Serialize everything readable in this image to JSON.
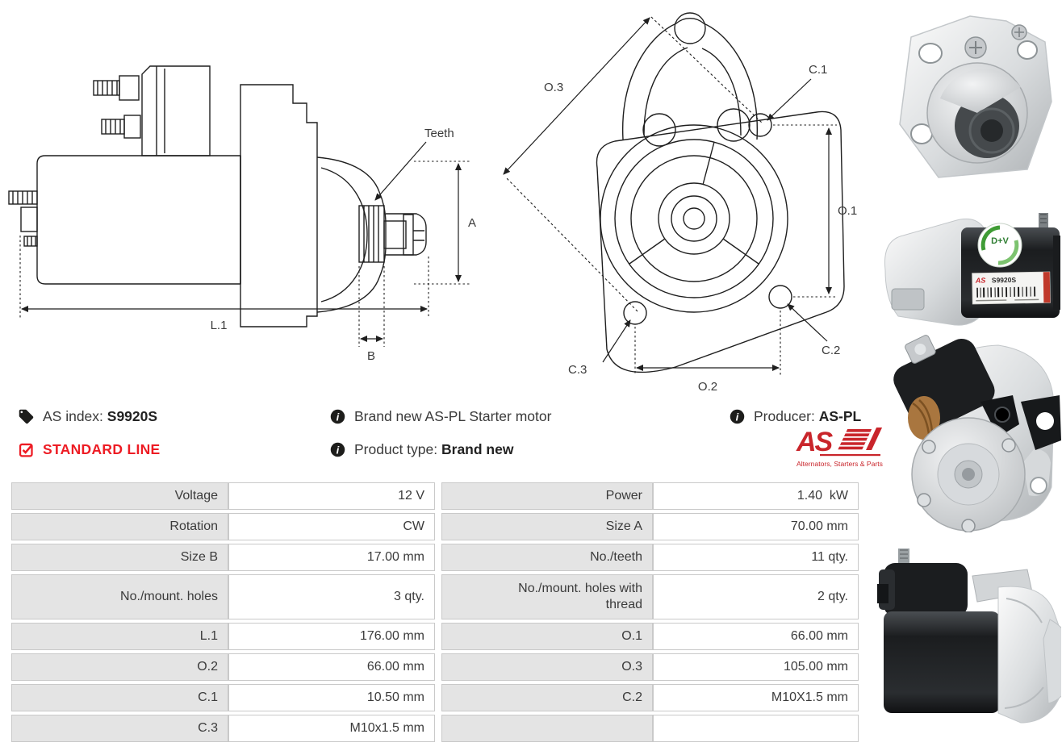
{
  "colors": {
    "accent_red": "#ed1c24",
    "logo_red": "#c9252b",
    "table_label_bg": "#e4e4e4",
    "table_border": "#c9c9c9",
    "drawing_line": "#1f1f1f",
    "text": "#3b3b3b"
  },
  "side_view": {
    "teeth": "Teeth",
    "a": "A",
    "l1": "L.1",
    "b": "B"
  },
  "front_view": {
    "o3": "O.3",
    "c1": "C.1",
    "o1": "O.1",
    "c2": "C.2",
    "c3": "C.3",
    "o2": "O.2"
  },
  "info": {
    "as_index_label": "AS index:",
    "as_index_value": "S9920S",
    "standard_line": "STANDARD LINE",
    "brand_line": "Brand new AS-PL Starter motor",
    "product_type_label": "Product type:",
    "product_type_value": "Brand new",
    "producer_label": "Producer:",
    "producer_value": "AS-PL"
  },
  "logo": {
    "text": "AS",
    "tagline": "Alternators, Starters & Parts"
  },
  "photos": {
    "label_brand": "AS",
    "label_code": "S9920S",
    "badge_text": "D+V"
  },
  "table": {
    "rows": [
      [
        {
          "l": "Voltage",
          "v": "12 V"
        },
        {
          "l": "Power",
          "v": "1.40  kW"
        }
      ],
      [
        {
          "l": "Rotation",
          "v": "CW"
        },
        {
          "l": "Size A",
          "v": "70.00 mm"
        }
      ],
      [
        {
          "l": "Size B",
          "v": "17.00 mm"
        },
        {
          "l": "No./teeth",
          "v": "11 qty."
        }
      ],
      [
        {
          "l": "No./mount. holes",
          "v": "3 qty."
        },
        {
          "l": "No./mount. holes with thread",
          "v": "2 qty."
        }
      ],
      [
        {
          "l": "L.1",
          "v": "176.00 mm"
        },
        {
          "l": "O.1",
          "v": "66.00 mm"
        }
      ],
      [
        {
          "l": "O.2",
          "v": "66.00 mm"
        },
        {
          "l": "O.3",
          "v": "105.00 mm"
        }
      ],
      [
        {
          "l": "C.1",
          "v": "10.50 mm"
        },
        {
          "l": "C.2",
          "v": "M10X1.5 mm"
        }
      ],
      [
        {
          "l": "C.3",
          "v": "M10x1.5 mm"
        },
        {
          "l": "",
          "v": ""
        }
      ]
    ]
  }
}
